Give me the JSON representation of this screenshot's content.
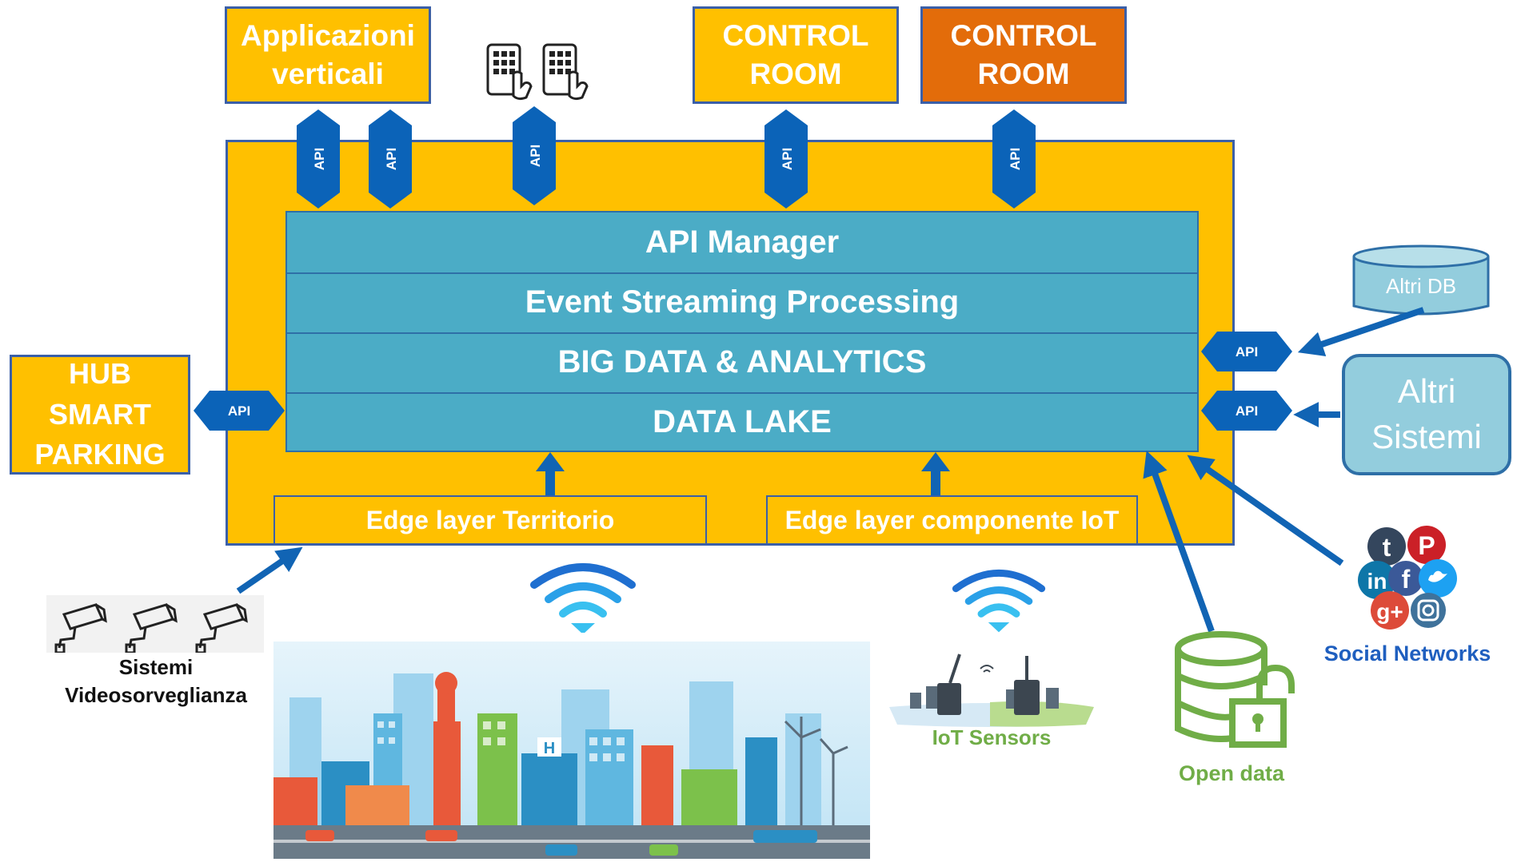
{
  "top_boxes": {
    "applicazioni": "Applicazioni\nverticali",
    "control_room_1": "CONTROL\nROOM",
    "control_room_2": "CONTROL\nROOM"
  },
  "hub": "HUB\nSMART\nPARKING",
  "api_label": "API",
  "layers": {
    "api_manager": "API Manager",
    "event_streaming": "Event Streaming  Processing",
    "big_data": "BIG DATA & ANALYTICS",
    "data_lake": "DATA LAKE"
  },
  "edge": {
    "territorio": "Edge layer  Territorio",
    "iot": "Edge layer componente IoT"
  },
  "right": {
    "altri_db": "Altri DB",
    "altri_sistemi": "Altri\nSistemi"
  },
  "captions": {
    "videosorveglianza": "Sistemi\nVideosorveglianza",
    "iot_sensors": "IoT Sensors",
    "open_data": "Open data",
    "social_networks": "Social Networks"
  },
  "colors": {
    "yellow": "#ffc000",
    "orange": "#e36c0a",
    "teal": "#4bacc6",
    "api_blue": "#0b63b8",
    "arrow_blue": "#1164b4",
    "green": "#70ad47",
    "border_blue": "#3a5fa8"
  },
  "icons": [
    "tablet-touch-icon",
    "cctv-camera-icon",
    "wifi-icon",
    "database-icon",
    "padlock-icon",
    "social-network-icon",
    "city-illustration",
    "iot-sensor-illustration"
  ]
}
